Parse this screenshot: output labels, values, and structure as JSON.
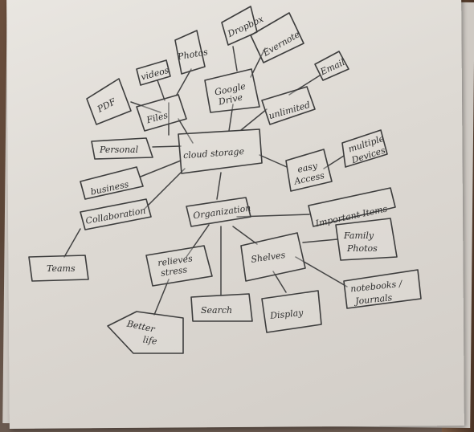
{
  "mind_map": {
    "center": "cloud storage",
    "files": "Files",
    "pdf": "PDF",
    "videos": "videos",
    "photos": "Photos",
    "dropbox": "Dropbox",
    "google_drive_1": "Google",
    "google_drive_2": "Drive",
    "evernote": "Evernote",
    "email": "Email",
    "unlimited": "unlimited",
    "personal": "Personal",
    "business": "business",
    "collaboration": "Collaboration",
    "teams": "Teams",
    "easy_access_1": "easy",
    "easy_access_2": "Access",
    "multiple_devices_1": "multiple",
    "multiple_devices_2": "Devices",
    "organization": "Organization",
    "important_items": "Important Items",
    "family_photos_1": "Family",
    "family_photos_2": "Photos",
    "shelves": "Shelves",
    "notebooks_1": "notebooks /",
    "notebooks_2": "Journals",
    "relieves_stress_1": "relieves",
    "relieves_stress_2": "stress",
    "search": "Search",
    "display": "Display",
    "better_life_1": "Better",
    "better_life_2": "life"
  }
}
